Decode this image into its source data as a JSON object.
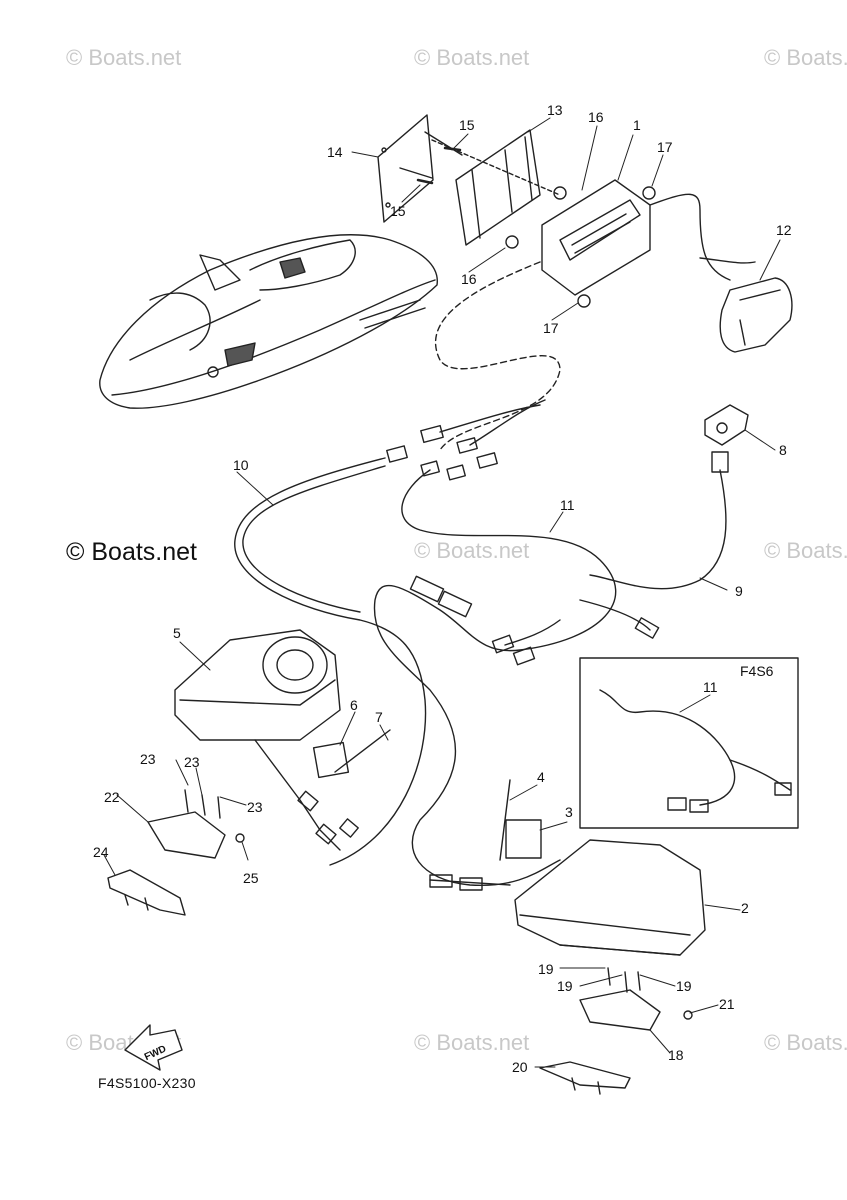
{
  "watermarks": {
    "top": [
      "© Boats.net",
      "© Boats.net",
      "© Boats.net"
    ],
    "middle_dark": "© Boats.net",
    "middle": [
      "© Boats.net",
      "© Boats.net"
    ],
    "bottom": [
      "© Boats.net",
      "© Boats.net",
      "© Boats.net"
    ]
  },
  "callouts": [
    "1",
    "2",
    "3",
    "4",
    "5",
    "6",
    "7",
    "8",
    "9",
    "10",
    "11",
    "12",
    "13",
    "14",
    "15",
    "15",
    "16",
    "16",
    "17",
    "17",
    "18",
    "19",
    "19",
    "19",
    "20",
    "21",
    "22",
    "23",
    "23",
    "23",
    "24",
    "25"
  ],
  "inset": {
    "title": "F4S6",
    "callout": "11"
  },
  "fwd_label": "FWD",
  "diagram_code": "F4S5100-X230"
}
